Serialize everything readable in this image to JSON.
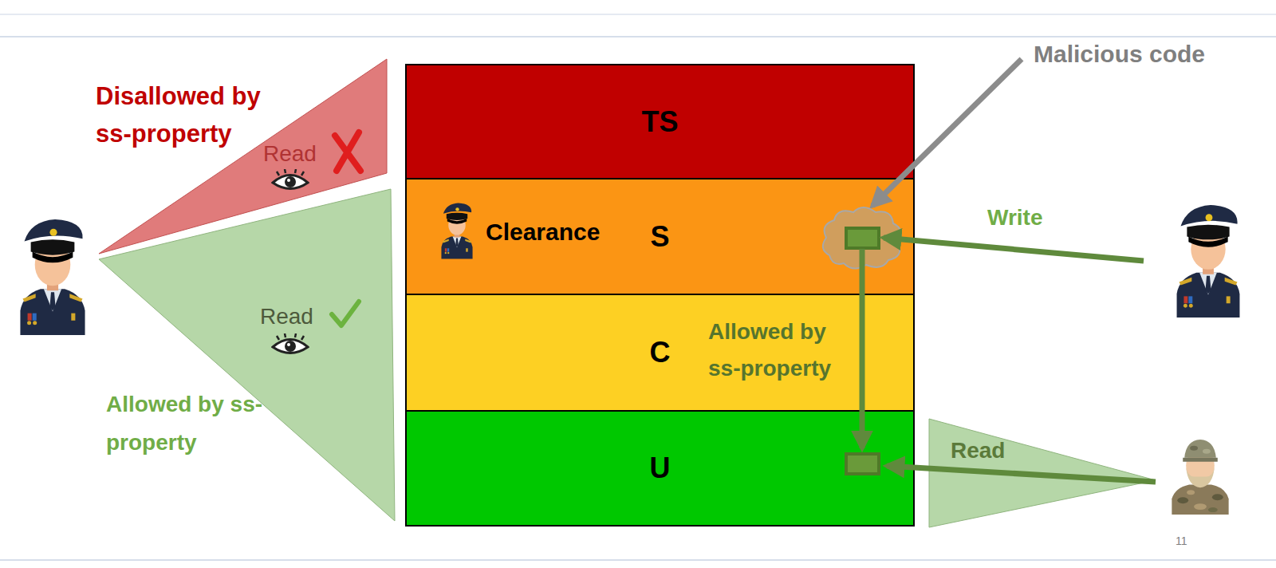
{
  "diagram": {
    "nodes": [
      {
        "text": [
          "TS"
        ]
      },
      {
        "text": [
          "S"
        ]
      },
      {
        "text": [
          "C"
        ]
      },
      {
        "text": [
          "U"
        ]
      }
    ],
    "labels": [
      "Disallowed by ss-property",
      "Read",
      "Read",
      "Allowed by ss-property",
      "Clearance",
      "Malicious code",
      "Write",
      "Allowed by ss-property",
      "Read",
      "11"
    ]
  }
}
